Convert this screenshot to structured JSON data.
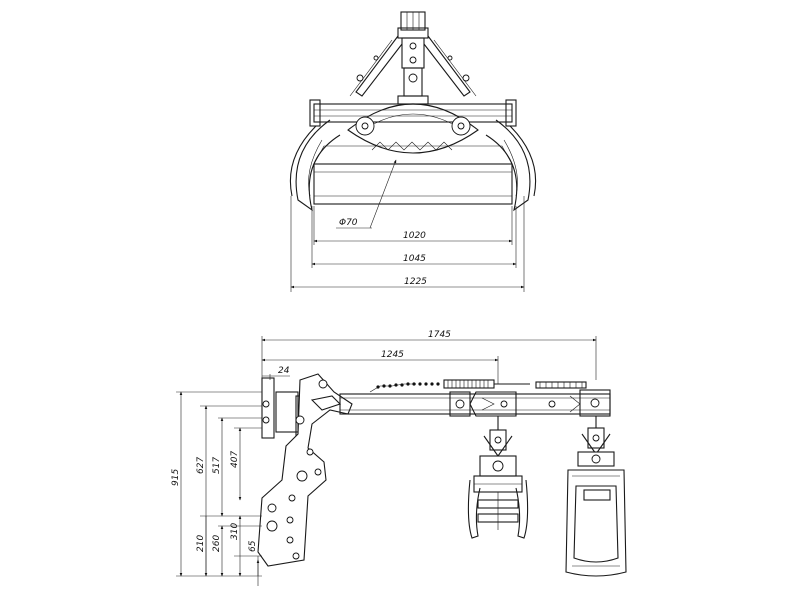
{
  "front_view": {
    "diameter_label": "Φ70",
    "dim_width_1": "1020",
    "dim_width_2": "1045",
    "dim_width_3": "1225"
  },
  "side_view": {
    "dim_reach_long": "1745",
    "dim_reach_short": "1245",
    "dim_offset": "24",
    "dim_height_915": "915",
    "dim_height_627": "627",
    "dim_height_517": "517",
    "dim_height_407": "407",
    "dim_height_310": "310",
    "dim_height_260": "260",
    "dim_height_210": "210",
    "dim_height_65": "65"
  }
}
